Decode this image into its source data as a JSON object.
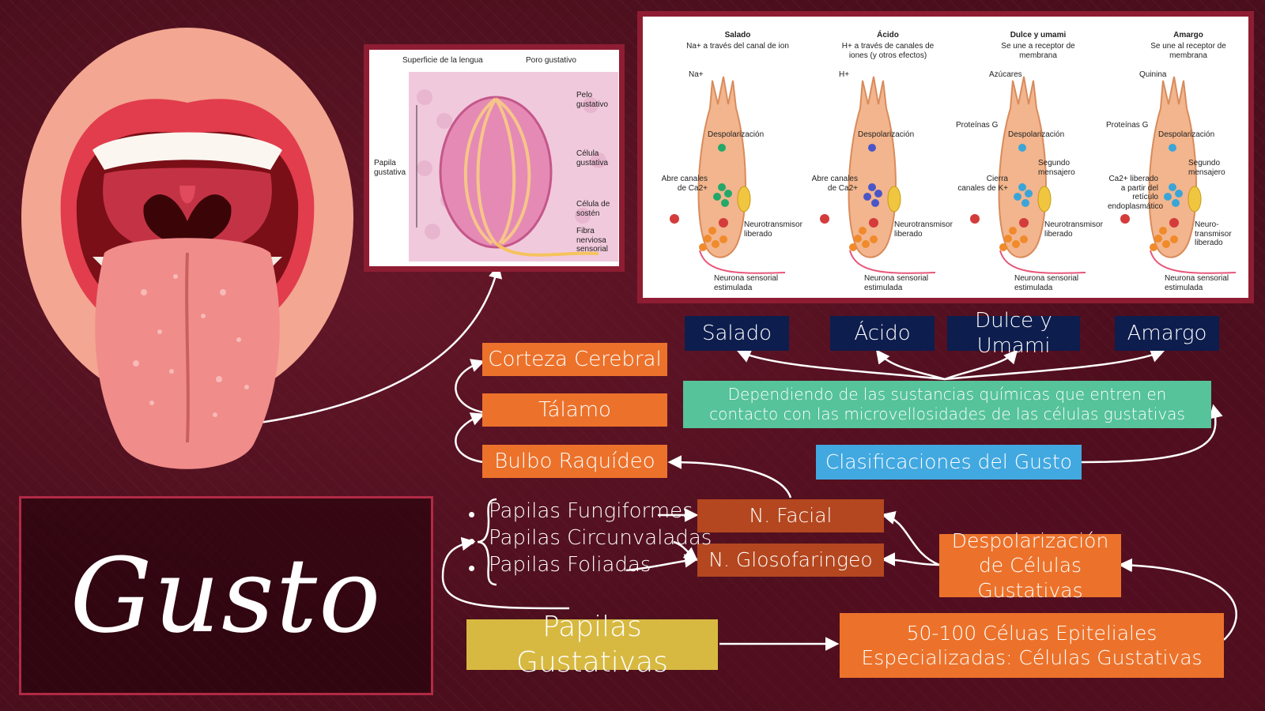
{
  "title": "Gusto",
  "taste_panel": {
    "columns": [
      {
        "name": "Salado",
        "desc": "Na+ a través del canal de ion",
        "ion": "Na+",
        "open": "Abre canales de Ca2+",
        "extra": "",
        "neuro": "Neurotransmisor liberado",
        "neuron": "Neurona sensorial estimulada"
      },
      {
        "name": "Ácido",
        "desc": "H+ a través de canales de iones (y otros efectos)",
        "ion": "H+",
        "open": "Abre canales de Ca2+",
        "extra": "",
        "neuro": "Neurotransmisor liberado",
        "neuron": "Neurona sensorial estimulada"
      },
      {
        "name": "Dulce y umami",
        "desc": "Se une a receptor de membrana",
        "ion": "Azúcares",
        "open": "Cierra canales de K+",
        "extra": "Segundo mensajero",
        "neuro": "Neurotransmisor liberado",
        "neuron": "Neurona sensorial estimulada"
      },
      {
        "name": "Amargo",
        "desc": "Se une al receptor de membrana",
        "ion": "Quinina",
        "open": "Ca2+ liberado a partir del retículo endoplasmático",
        "extra": "Segundo mensajero",
        "neuro": "Neuro-transmisor liberado",
        "neuron": "Neurona sensorial estimulada"
      }
    ],
    "depol": "Despolarización",
    "proteins": "Proteínas G"
  },
  "bud_panel": {
    "surface": "Superficie de la lengua",
    "pore": "Poro gustativo",
    "hair": "Pelo gustativo",
    "cell": "Célula gustativa",
    "support": "Célula de sostén",
    "fiber": "Fibra nerviosa sensorial",
    "papilla": "Papila gustativa"
  },
  "tastes": [
    "Salado",
    "Ácido",
    "Dulce y Umami",
    "Amargo"
  ],
  "nodes": {
    "corteza": "Corteza Cerebral",
    "talamo": "Tálamo",
    "bulbo": "Bulbo Raquídeo",
    "dependiendo": "Dependiendo de las sustancias químicas que entren en contacto con las microvellosidades de las células gustativas",
    "clasificaciones": "Clasificaciones del Gusto",
    "facial": "N. Facial",
    "glosofaringeo": "N. Glosofaringeo",
    "despolarizacion": "Despolarización de Células Gustativas",
    "papilas": "Papilas Gustativas",
    "celulas": "50-100 Céluas Epiteliales Especializadas: Células Gustativas"
  },
  "papilas_list": [
    "Papilas Fungiformes",
    "Papilas Circunvaladas",
    "Papilas Foliadas"
  ],
  "colors": {
    "orange": "#ec722b",
    "brown": "#b4471f",
    "navy": "#0d1d4e",
    "teal": "#56c39a",
    "sky": "#42a8e0",
    "gold": "#d7b941",
    "frame": "#8e1d33"
  }
}
